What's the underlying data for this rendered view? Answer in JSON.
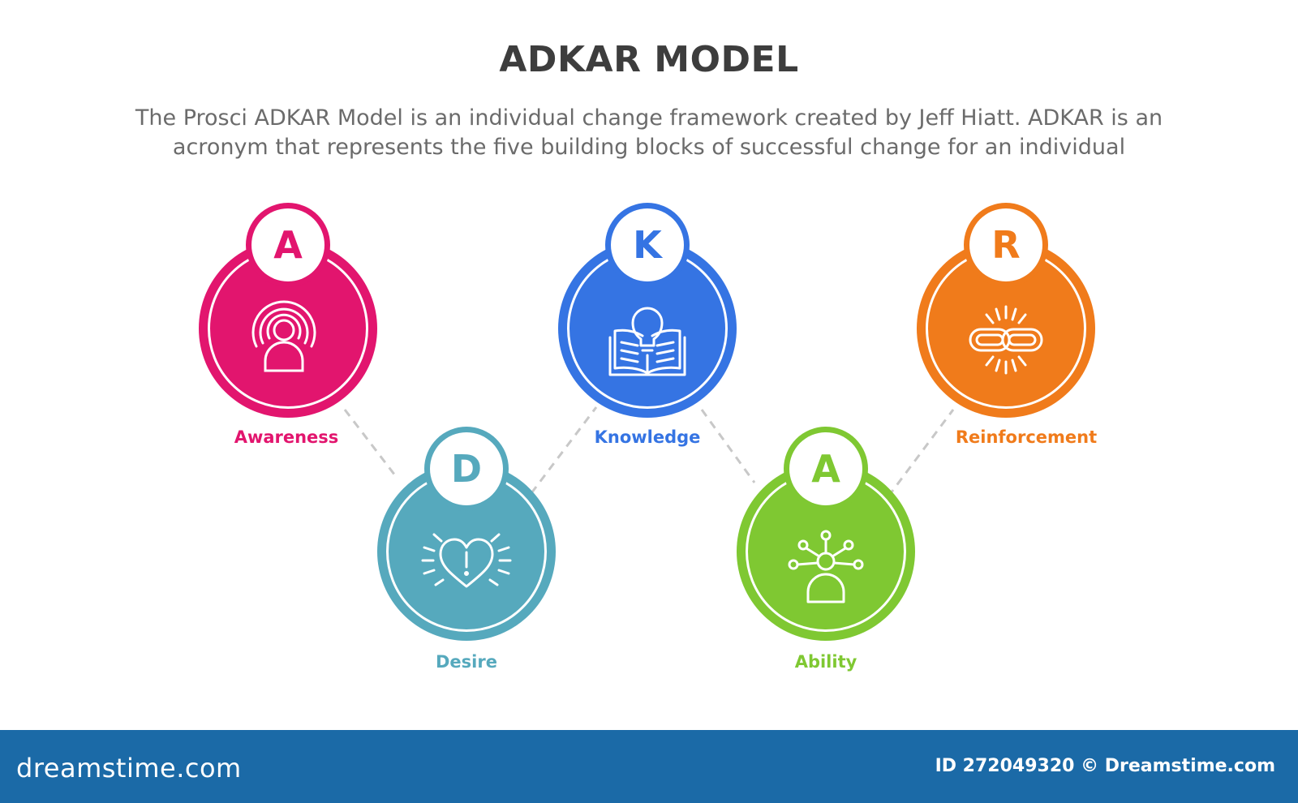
{
  "title": "ADKAR MODEL",
  "subtitle_line1": "The Prosci ADKAR Model is an individual change framework created by Jeff Hiatt. ADKAR is an",
  "subtitle_line2": "acronym that represents the five building blocks of successful change for an individual",
  "steps": [
    {
      "letter": "A",
      "label": "Awareness",
      "icon": "radar-person-icon",
      "color": "#e2156e"
    },
    {
      "letter": "D",
      "label": "Desire",
      "icon": "heart-alert-icon",
      "color": "#56a9bd"
    },
    {
      "letter": "K",
      "label": "Knowledge",
      "icon": "book-lightbulb-icon",
      "color": "#3574e3"
    },
    {
      "letter": "A",
      "label": "Ability",
      "icon": "person-network-icon",
      "color": "#7fc832"
    },
    {
      "letter": "R",
      "label": "Reinforcement",
      "icon": "chain-link-icon",
      "color": "#f07b1b"
    }
  ],
  "footer": {
    "logo": "dreamstime.com",
    "id_text": "ID 272049320 © Dreamstime.com"
  }
}
